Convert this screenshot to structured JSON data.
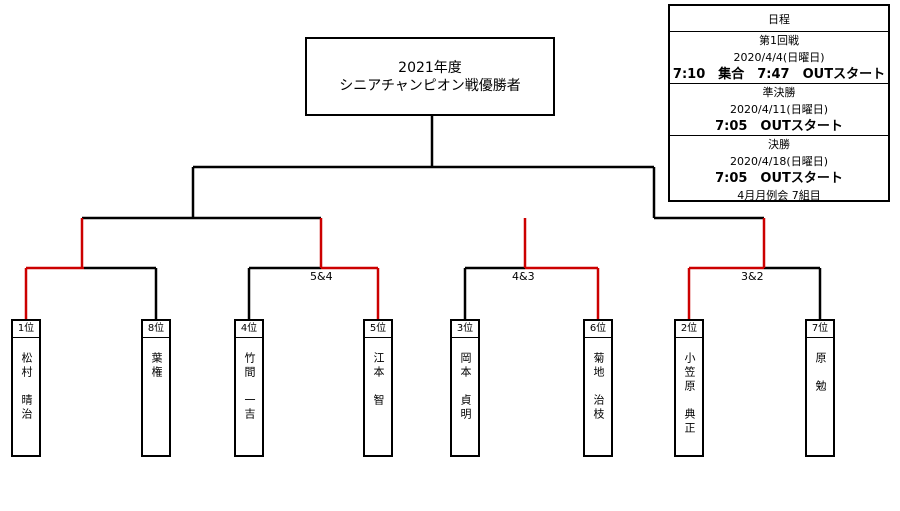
{
  "title": {
    "line1": "2021年度",
    "line2": "シニアチャンピオン戦優勝者"
  },
  "schedule": {
    "header": "日程",
    "round1": {
      "name": "第1回戦",
      "date": "2020/4/4(日曜日)",
      "time": "7:10　集合　7:47　OUTスタート"
    },
    "semifinal": {
      "name": "準決勝",
      "date": "2020/4/11(日曜日)",
      "time": "7:05　OUTスタート"
    },
    "final": {
      "name": "決勝",
      "date": "2020/4/18(日曜日)",
      "time": "7:05　OUTスタート",
      "note": "4月月例会 7組目"
    }
  },
  "players": [
    {
      "rank": "1位",
      "name": "松村　晴治"
    },
    {
      "rank": "8位",
      "name": "葉権"
    },
    {
      "rank": "4位",
      "name": "竹間　一吉"
    },
    {
      "rank": "5位",
      "name": "江本　智"
    },
    {
      "rank": "3位",
      "name": "岡本　貞明"
    },
    {
      "rank": "6位",
      "name": "菊地　治枝"
    },
    {
      "rank": "2位",
      "name": "小笠原　典正"
    },
    {
      "rank": "7位",
      "name": "原　勉"
    }
  ],
  "results": {
    "match2": "5&4",
    "match3": "4&3",
    "match4": "3&2"
  },
  "colors": {
    "line": "#000000",
    "winner_path": "#cc0000"
  }
}
